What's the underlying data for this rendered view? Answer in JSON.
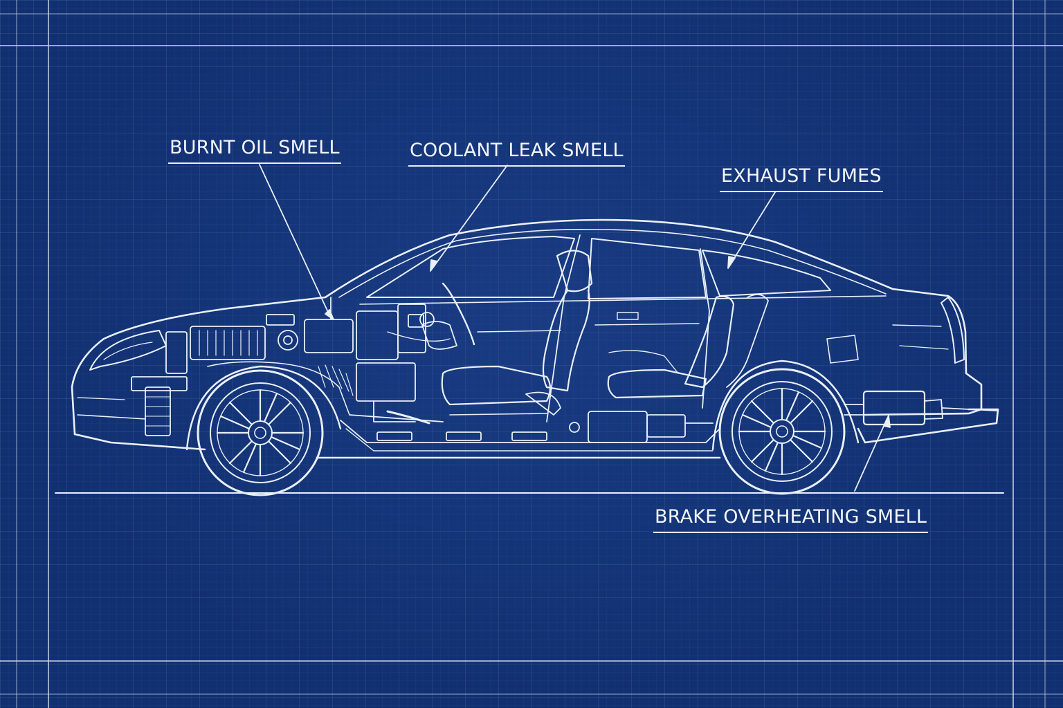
{
  "labels": {
    "burnt_oil": "BURNT OIL SMELL",
    "coolant_leak": "COOLANT LEAK SMELL",
    "exhaust_fumes": "EXHAUST FUMES",
    "brake_overheating": "BRAKE OVERHEATING SMELL"
  },
  "colors": {
    "background": "#113072",
    "line": "#eaf0fa"
  }
}
